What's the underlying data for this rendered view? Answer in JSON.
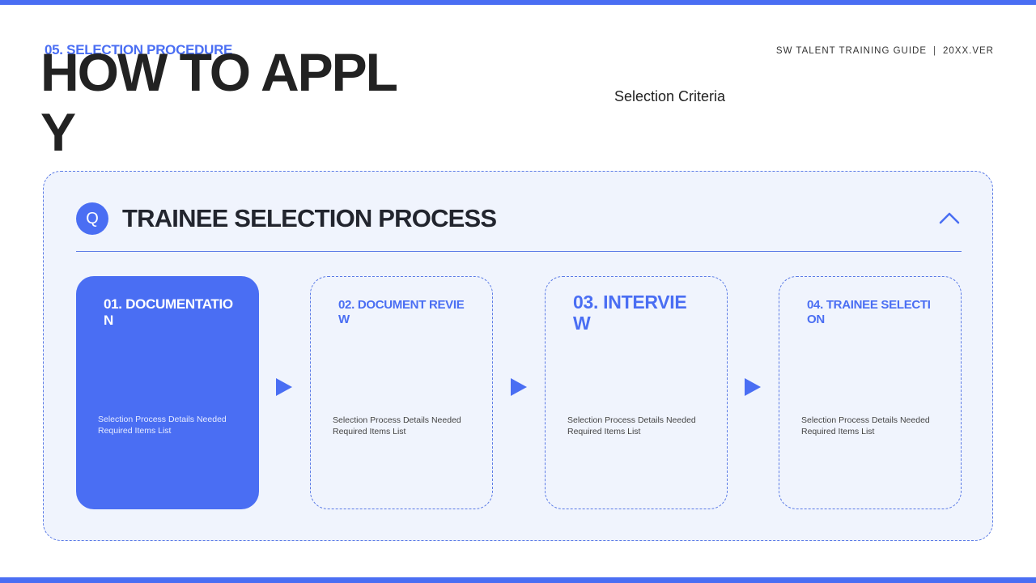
{
  "header": {
    "section_label": "05. SELECTION PROCEDURE",
    "title": "HOW TO APPLY",
    "guide_name": "SW TALENT TRAINING GUIDE",
    "separator": "|",
    "version": "20XX.VER",
    "criteria": "Selection Criteria"
  },
  "panel": {
    "badge": "Q",
    "title": "TRAINEE SELECTION PROCESS",
    "collapse_icon": "chevron-up-icon",
    "steps": [
      {
        "title": "01. DOCUMENTATION",
        "line1": "Selection Process Details Needed",
        "line2": "Required Items List",
        "active": true
      },
      {
        "title": "02. DOCUMENT REVIEW",
        "line1": "Selection Process Details Needed",
        "line2": "Required Items List",
        "active": false
      },
      {
        "title": "03. INTERVIEW",
        "line1": "Selection Process Details Needed",
        "line2": "Required Items List",
        "active": false
      },
      {
        "title": "04. TRAINEE SELECTION",
        "line1": "Selection Process Details Needed",
        "line2": "Required Items List",
        "active": false
      }
    ],
    "arrow_icon": "play-arrow-icon"
  },
  "colors": {
    "accent": "#4a6ef3",
    "panel_bg": "#f0f4fd",
    "text_dark": "#222222"
  }
}
